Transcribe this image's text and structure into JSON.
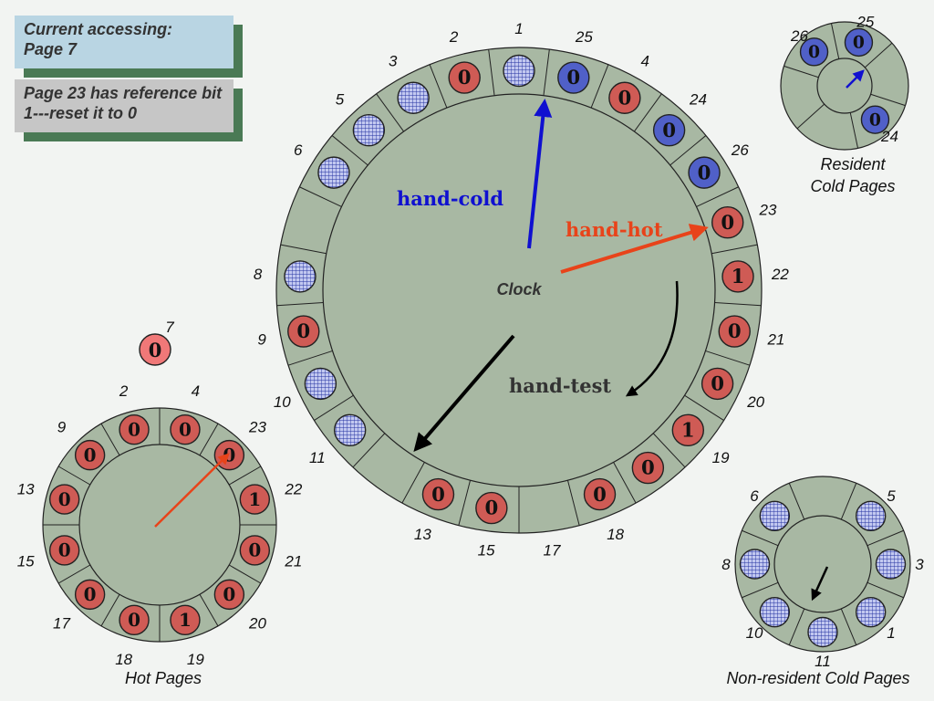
{
  "callouts": {
    "current": "Current accessing:\nPage 7",
    "reset": "Page 23 has reference bit 1---reset it to 0"
  },
  "main_clock": {
    "label": "Clock",
    "hands": {
      "cold": "hand-cold",
      "hot": "hand-hot",
      "test": "hand-test"
    },
    "slots": [
      {
        "id": "1",
        "kind": "grid"
      },
      {
        "id": "25",
        "kind": "blue",
        "bit": "0"
      },
      {
        "id": "4",
        "kind": "red",
        "bit": "0"
      },
      {
        "id": "24",
        "kind": "blue",
        "bit": "0"
      },
      {
        "id": "26",
        "kind": "blue",
        "bit": "0"
      },
      {
        "id": "23",
        "kind": "red",
        "bit": "0"
      },
      {
        "id": "22",
        "kind": "red",
        "bit": "1"
      },
      {
        "id": "21",
        "kind": "red",
        "bit": "0"
      },
      {
        "id": "20",
        "kind": "red",
        "bit": "0"
      },
      {
        "id": "19",
        "kind": "red",
        "bit": "1"
      },
      {
        "id": "",
        "kind": "red",
        "bit": "0"
      },
      {
        "id": "18",
        "kind": "red",
        "bit": "0"
      },
      {
        "id": "17",
        "kind": "empty"
      },
      {
        "id": "15",
        "kind": "red",
        "bit": "0"
      },
      {
        "id": "13",
        "kind": "red",
        "bit": "0"
      },
      {
        "id": "",
        "kind": "empty"
      },
      {
        "id": "11",
        "kind": "grid"
      },
      {
        "id": "10",
        "kind": "grid"
      },
      {
        "id": "9",
        "kind": "red",
        "bit": "0"
      },
      {
        "id": "8",
        "kind": "grid"
      },
      {
        "id": "",
        "kind": "empty"
      },
      {
        "id": "6",
        "kind": "grid"
      },
      {
        "id": "5",
        "kind": "grid"
      },
      {
        "id": "3",
        "kind": "grid"
      },
      {
        "id": "2",
        "kind": "red",
        "bit": "0"
      }
    ]
  },
  "floating_page": {
    "id": "7",
    "bit": "0"
  },
  "hot_pages": {
    "label": "Hot Pages",
    "slots": [
      {
        "id": "4",
        "bit": "0"
      },
      {
        "id": "23",
        "bit": "0"
      },
      {
        "id": "22",
        "bit": "1"
      },
      {
        "id": "21",
        "bit": "0"
      },
      {
        "id": "20",
        "bit": "0"
      },
      {
        "id": "19",
        "bit": "1"
      },
      {
        "id": "18",
        "bit": "0"
      },
      {
        "id": "17",
        "bit": "0"
      },
      {
        "id": "15",
        "bit": "0"
      },
      {
        "id": "13",
        "bit": "0"
      },
      {
        "id": "9",
        "bit": "0"
      },
      {
        "id": "2",
        "bit": "0"
      }
    ]
  },
  "resident_cold": {
    "label": "Resident\nCold Pages",
    "slots": [
      {
        "id": "25",
        "bit": "0"
      },
      {
        "id": "24",
        "bit": "0"
      },
      {
        "id": "26",
        "bit": "0"
      }
    ]
  },
  "nonresident_cold": {
    "label": "Non-resident Cold Pages",
    "slots": [
      {
        "id": "5"
      },
      {
        "id": "3"
      },
      {
        "id": "1"
      },
      {
        "id": "11"
      },
      {
        "id": "10"
      },
      {
        "id": "8"
      },
      {
        "id": "6"
      }
    ]
  },
  "colors": {
    "ring": "#a8b8a3",
    "red_page": "#cf5b55",
    "blue_page": "#5060c8",
    "grid_page": "#9fa8e0",
    "hand_cold": "#1010d0",
    "hand_hot": "#e8431a",
    "hand_test": "#000000"
  }
}
